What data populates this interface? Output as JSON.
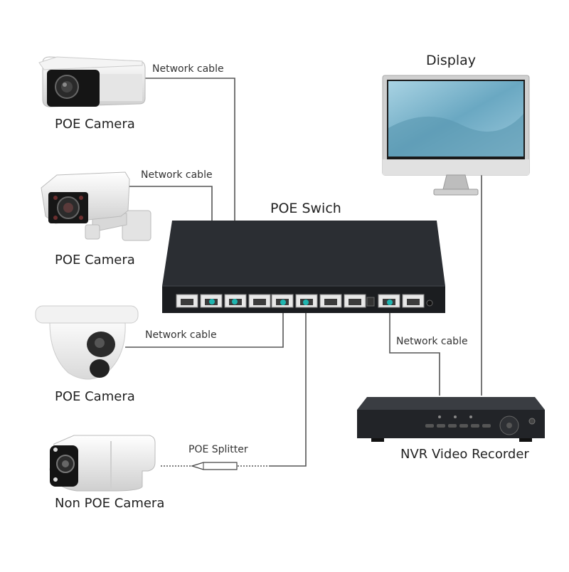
{
  "labels": {
    "display": "Display",
    "poe_switch": "POE Swich",
    "nvr": "NVR Video Recorder",
    "camera_1": "POE Camera",
    "camera_2": "POE Camera",
    "camera_3": "POE Camera",
    "camera_4": "Non POE Camera",
    "cable_1": "Network cable",
    "cable_2": "Network cable",
    "cable_3": "Network cable",
    "cable_nvr": "Network cable",
    "splitter": "POE Splitter"
  },
  "colors": {
    "line": "#555555",
    "switch_body": "#1b1d20",
    "switch_top": "#2b2e33",
    "port_highlight": "#1fb5b0",
    "screen": "#7fb6cc",
    "camera_white": "#eeeeee"
  }
}
